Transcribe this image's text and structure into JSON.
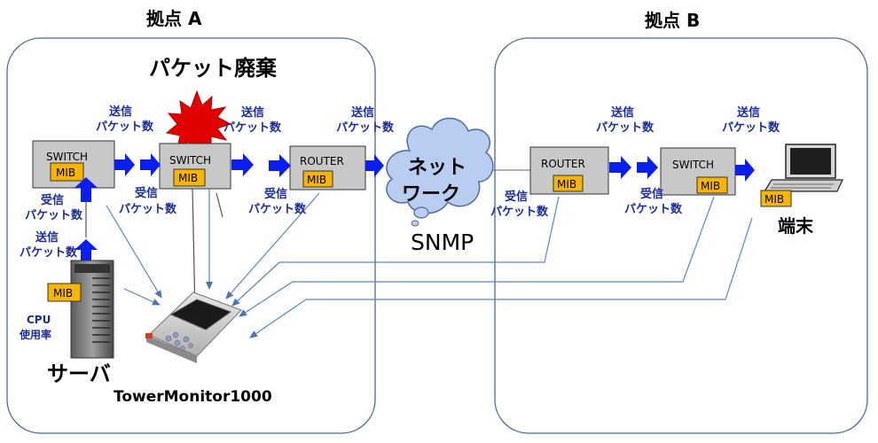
{
  "sites": {
    "a_label": "拠点 A",
    "b_label": "拠点 B"
  },
  "packet_drop_label": "パケット廃棄",
  "counters": {
    "send_line1": "送信",
    "send_line2": "パケット数",
    "recv_line1": "受信",
    "recv_line2": "パケット数"
  },
  "devices": {
    "switch": "SWITCH",
    "router": "ROUTER",
    "mib": "MIB"
  },
  "network": {
    "line1": "ネット",
    "line2": "ワーク",
    "protocol": "SNMP"
  },
  "server": {
    "label": "サーバ",
    "cpu_line1": "CPU",
    "cpu_line2": "使用率"
  },
  "terminal_label": "端末",
  "monitor_label": "TowerMonitor1000",
  "colors": {
    "arrow_blue": "#0a1ef0",
    "mib_orange": "#f7b500",
    "device_gray": "#c8c8c8",
    "cloud_blue": "#b8cdf0",
    "burst_red": "#e00000",
    "line_blue": "#5a85c0",
    "text_blue": "#1a2c9a"
  }
}
